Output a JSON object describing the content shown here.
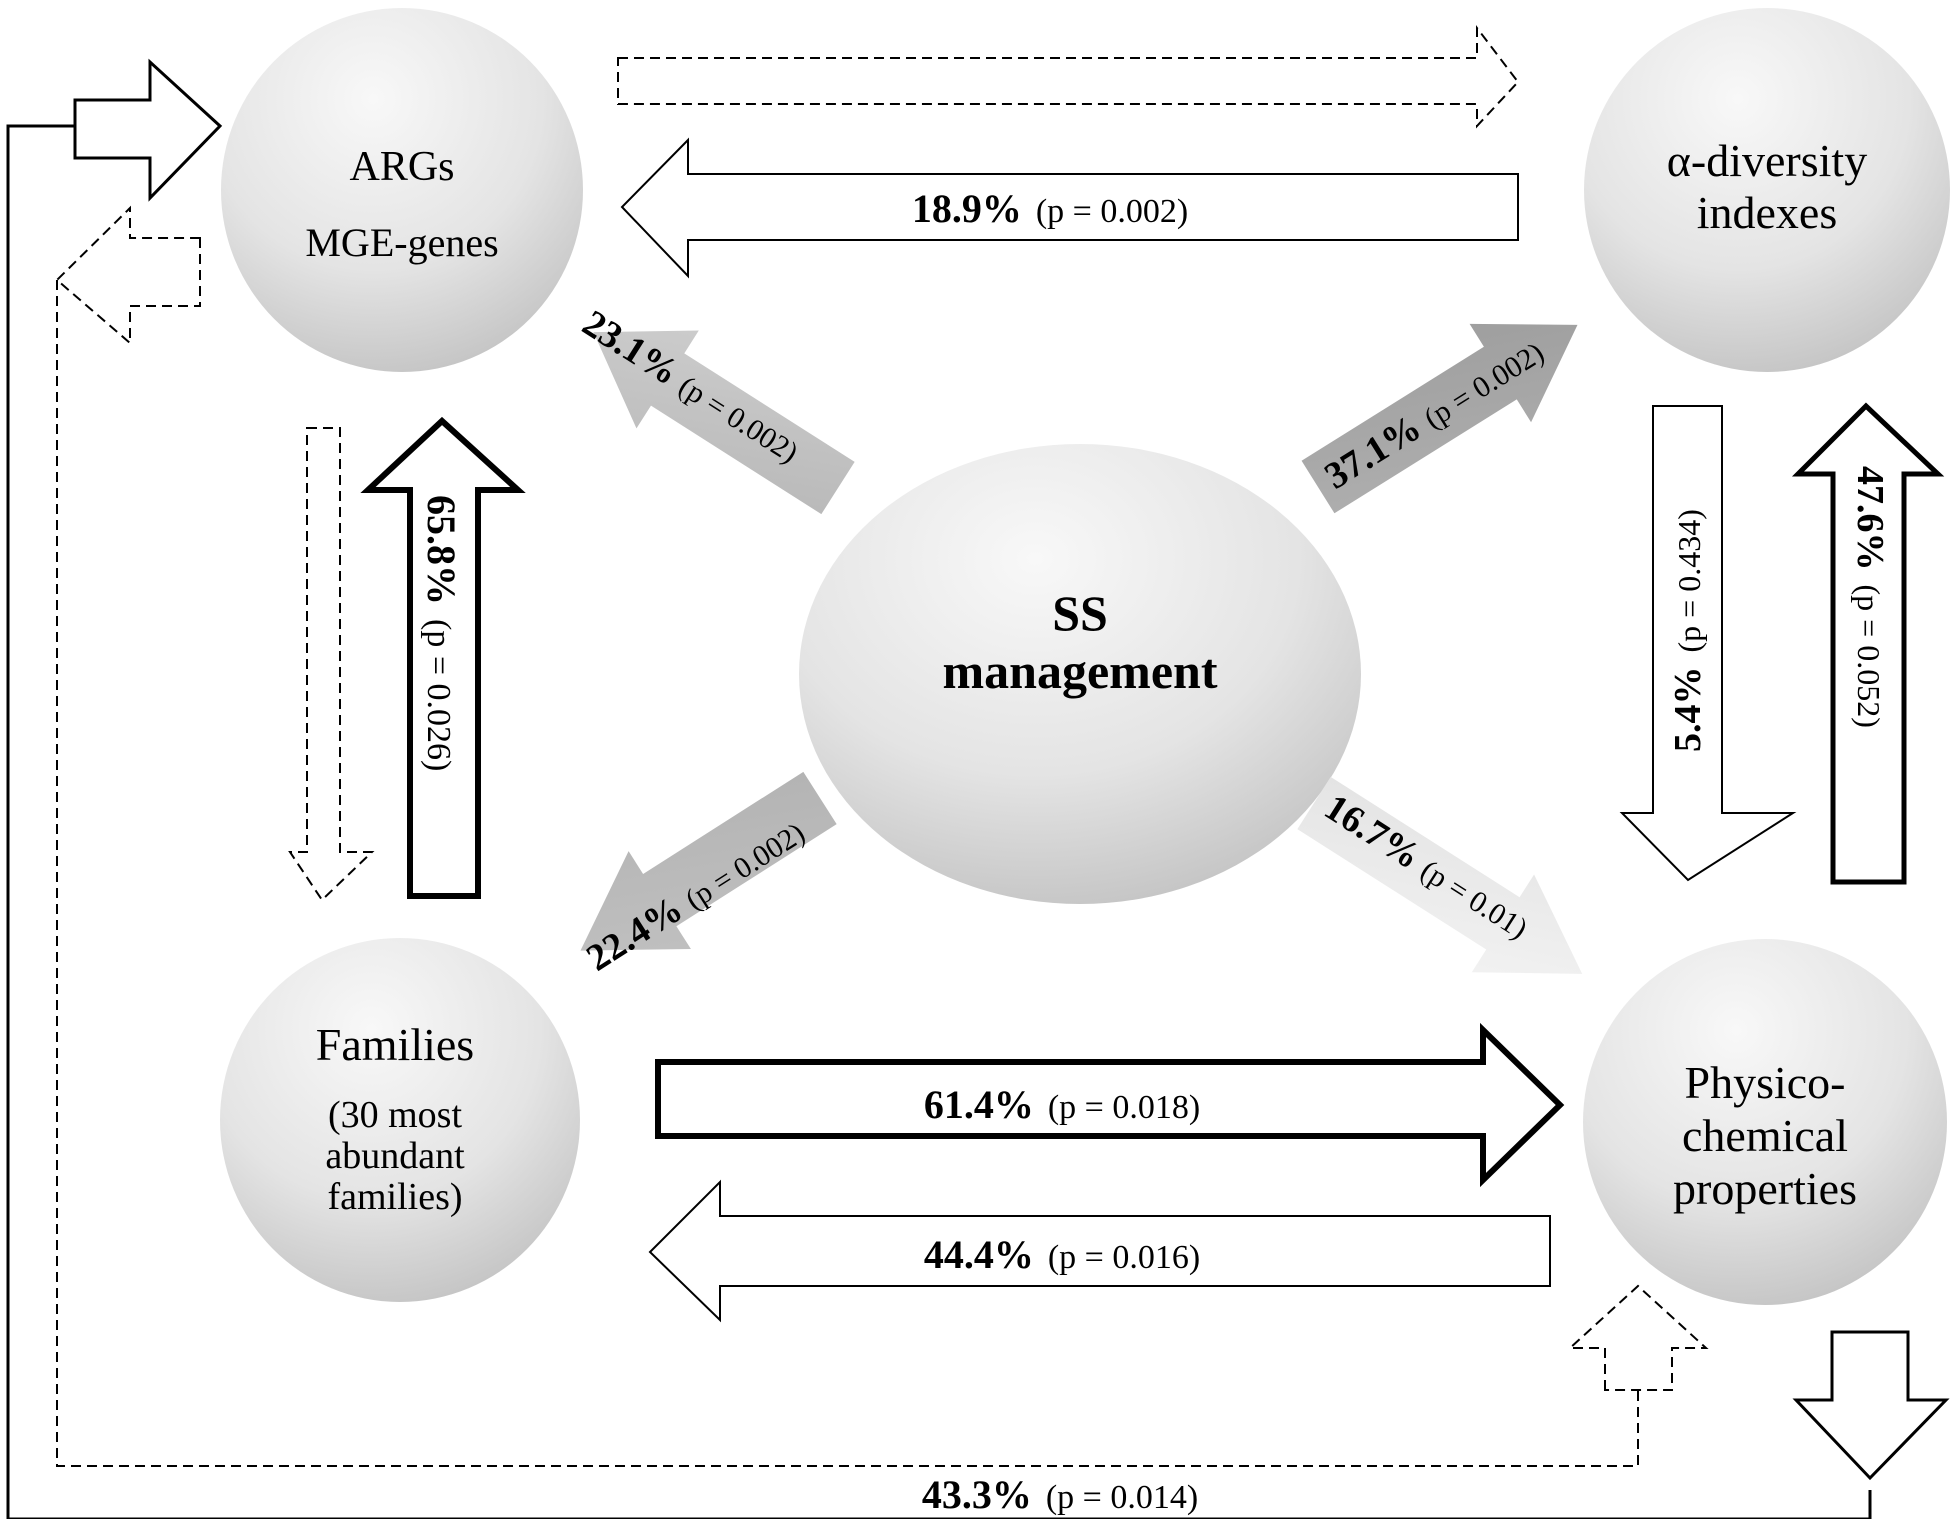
{
  "nodes": {
    "args": {
      "line1": "ARGs",
      "line2": "MGE-genes"
    },
    "alpha": {
      "line1": "α-diversity",
      "line2": "indexes"
    },
    "families": {
      "line1": "Families",
      "line2": "(30 most",
      "line3": "abundant",
      "line4": "families)"
    },
    "physico": {
      "line1": "Physico-",
      "line2": "chemical",
      "line3": "properties"
    },
    "ss": {
      "line1": "SS",
      "line2": "management"
    }
  },
  "arrows": {
    "alpha_to_args": {
      "pct": "18.9%",
      "p": "(p = 0.002)"
    },
    "ss_to_args": {
      "pct": "23.1%",
      "p": "(p = 0.002)"
    },
    "ss_to_alpha": {
      "pct": "37.1%",
      "p": "(p = 0.002)"
    },
    "ss_to_families": {
      "pct": "22.4%",
      "p": "(p = 0.002)"
    },
    "ss_to_physico": {
      "pct": "16.7%",
      "p": "(p = 0.01)"
    },
    "families_to_args": {
      "pct": "65.8%",
      "p": "(p = 0.026)"
    },
    "alpha_to_physico": {
      "pct": "5.4%",
      "p": "(p = 0.434)"
    },
    "physico_to_alpha": {
      "pct": "47.6%",
      "p": "(p = 0.052)"
    },
    "families_to_physico": {
      "pct": "61.4%",
      "p": "(p = 0.018)"
    },
    "physico_to_families": {
      "pct": "44.4%",
      "p": "(p = 0.016)"
    },
    "physico_to_args": {
      "pct": "43.3%",
      "p": "(p = 0.014)"
    }
  },
  "colors": {
    "circle_light": "#f7f7f7",
    "circle_dark": "#c4c4c4",
    "arrow_gray_light": "#c9c9c9",
    "arrow_gray_dark": "#a6a6a6",
    "arrow_very_light": "#ececec",
    "stroke": "#000000"
  }
}
